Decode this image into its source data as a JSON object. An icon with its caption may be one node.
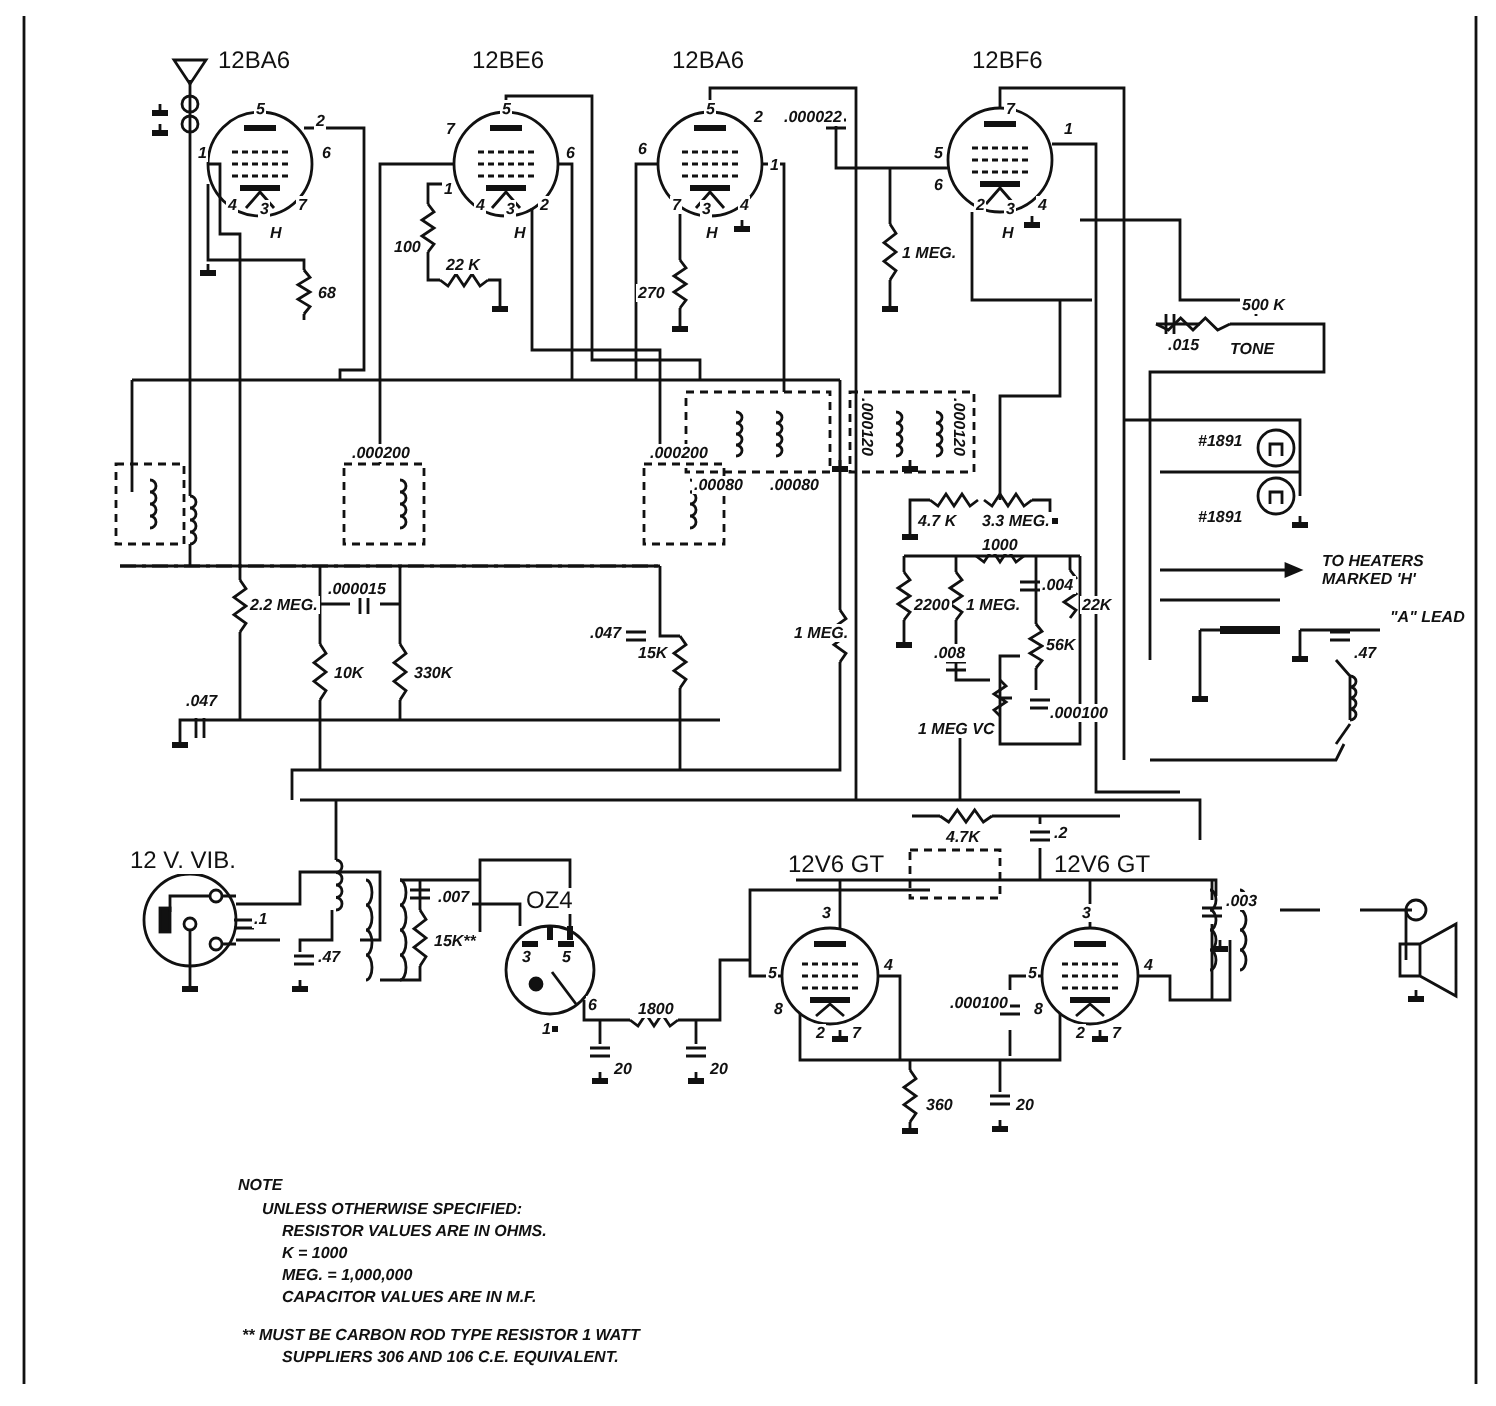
{
  "diagram": {
    "labels": [
      "12BA6",
      "5",
      "2",
      "1",
      "6",
      "4",
      "3",
      "7",
      "H",
      "68",
      "12BE6",
      "5",
      "7",
      "6",
      "1",
      "4",
      "3",
      "2",
      "H",
      "100",
      "22 K",
      "12BA6",
      "5",
      "2",
      "6",
      "1",
      "7",
      "3",
      "4",
      "H",
      "270",
      ".000022",
      "12BF6",
      "7",
      "1",
      "5",
      "6",
      "2",
      "3",
      "4",
      "H",
      "1 MEG.",
      ".015",
      "500 K",
      "TONE",
      "#1891",
      "#1891",
      ".000200",
      ".000200",
      ".00080",
      ".00080",
      ".000120",
      ".000120",
      "4.7 K",
      "3.3 MEG.",
      "1000",
      "TO HEATERS MARKED 'H'",
      "2200",
      "1 MEG.",
      ".004",
      "22K",
      "\"A\" LEAD",
      ".47",
      "2.2 MEG.",
      ".000015",
      ".047",
      "1 MEG.",
      ".008",
      "56K",
      "15K",
      "10K",
      "330K",
      "1 MEG VC",
      ".000100",
      ".047",
      "4.7K",
      ".2",
      "12 V. VIB.",
      "12V6 GT",
      "12V6 GT",
      ".003",
      ".1",
      ".007",
      "OZ4",
      "15K**",
      ".47",
      "3",
      "5",
      "6",
      "1",
      "3",
      "5",
      "4",
      "8",
      "2",
      "7",
      "3",
      "5",
      "4",
      "8",
      "2",
      "7",
      ".000100",
      "1800",
      "20",
      "20",
      "360",
      "20",
      "NOTE",
      "UNLESS OTHERWISE SPECIFIED:",
      "RESISTOR VALUES ARE IN OHMS.",
      "K = 1000",
      "MEG. = 1,000,000",
      "CAPACITOR VALUES ARE IN M.F.",
      "** MUST BE CARBON ROD TYPE RESISTOR 1 WATT",
      "SUPPLIERS 306 AND 106 C.E. EQUIVALENT."
    ]
  }
}
